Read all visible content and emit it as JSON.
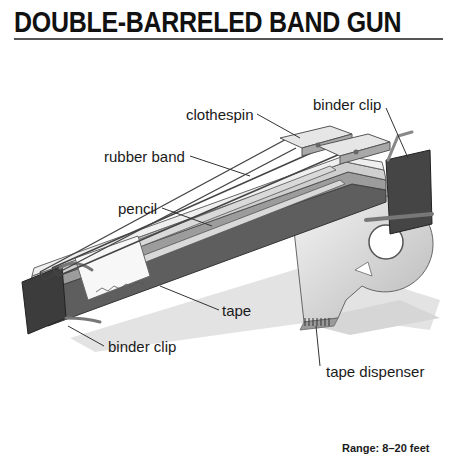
{
  "diagram": {
    "title": "DOUBLE-BARRELED BAND GUN",
    "labels": [
      "clothespin",
      "binder clip",
      "rubber band",
      "pencil",
      "tape",
      "binder clip",
      "tape dispenser",
      "Range: 8–20 feet"
    ]
  }
}
